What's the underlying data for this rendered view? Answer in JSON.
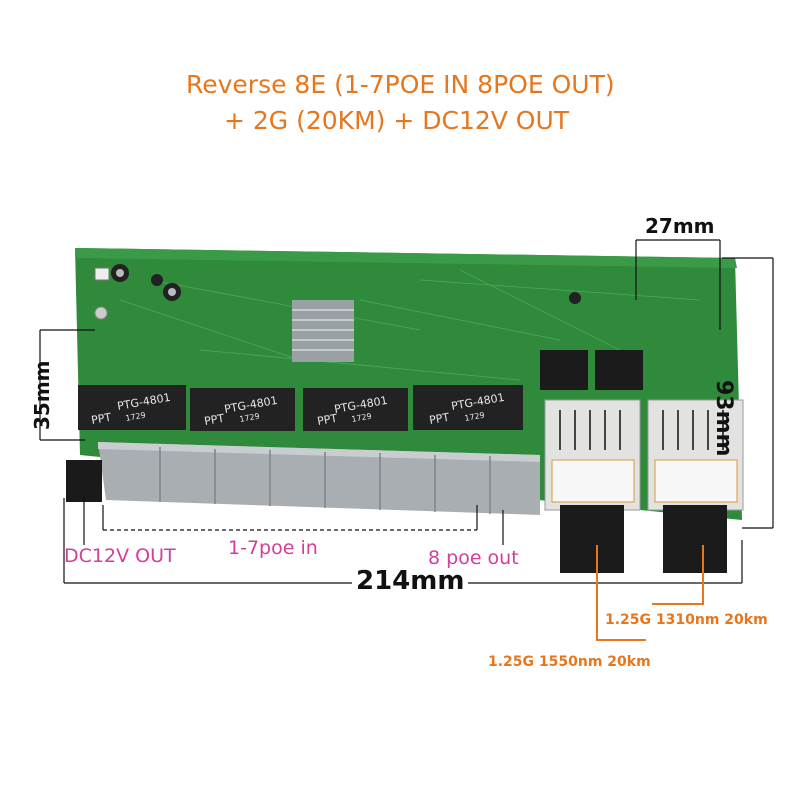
{
  "title": {
    "line1": "Reverse 8E (1-7POE IN 8POE OUT)",
    "line2": "+ 2G (20KM) + DC12V OUT"
  },
  "dimensions": {
    "width_top": "27mm",
    "height_left": "35mm",
    "height_right": "93mm",
    "length_bottom": "214mm"
  },
  "port_labels": {
    "dc_out": "DC12V OUT",
    "poe_in": "1-7poe in",
    "poe_out": "8 poe out"
  },
  "fiber_labels": {
    "module_1310": "1.25G 1310nm 20km",
    "module_1550": "1.25G 1550nm 20km"
  },
  "transformer_markings": [
    "PTG-4801",
    "PTG-4801",
    "PTG-4801",
    "PTG-4801"
  ],
  "transformer_brand": "PPT",
  "transformer_code": "1729",
  "colors": {
    "title": "#e8761c",
    "port_label": "#d23f9a",
    "pcb": "#2f8a3c",
    "dimension_text": "#111111"
  }
}
